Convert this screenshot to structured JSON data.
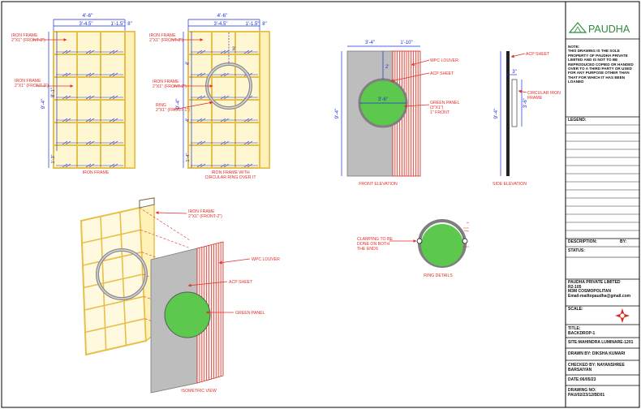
{
  "drawing": {
    "iron_frame_a": {
      "dims_top": "4'-6\"",
      "dims_mid_left": "3'-4.5\"",
      "dims_mid_right": "1'-1.5\"",
      "dims_8": "8\"",
      "height_total": "9'-4\"",
      "height_upper": "8'-1\"",
      "height_lower": "1'-3\"",
      "callout_top": "IRON FRAME\n2\"X1\" (FRONT-2\")",
      "callout_mid": "IRON FRAME\n2\"X1\" (FRONT-2\")",
      "caption": "IRON FRAME"
    },
    "iron_frame_b": {
      "dims_top": "4'-6\"",
      "dims_mid_left": "3'-4.5\"",
      "dims_mid_right": "1'-1.5\"",
      "dims_8": "8\"",
      "h_parts": [
        "4'",
        "4'",
        "1'-4\""
      ],
      "height_total": "9'-4\"",
      "dim_3ft": "3'",
      "callout_top": "IRON FRAME\n2\"X1\" (FRONT-2\")",
      "callout_mid": "IRON FRAME\n2\"X1\" (FRONT-2\")",
      "callout_ring": "RING\n2\"X1\" (FRONT-1\")",
      "caption": "IRON FRAME WITH\nCIRCULAR RING OVER IT"
    },
    "front_elevation": {
      "dim_left": "3'-4\"",
      "dim_right": "1'-10\"",
      "dim_circle_top": "2'",
      "dim_circle": "3'-6\"",
      "height": "9'-4\"",
      "callout_louver": "WPC LOUVER",
      "callout_acp": "ACP SHEET",
      "callout_green": "GREEN PANEL\n(3\"X1\")\n1\" FRONT",
      "caption": "FRONT ELEVATION"
    },
    "side_elevation": {
      "callout_acp": "ACP SHEET",
      "dim_3": "3\"",
      "dim_36": "3'-6\"",
      "height": "9'-4\"",
      "callout_ring": "CIRCULAR IRON\nFRAME",
      "caption": "SIDE ELEVATION"
    },
    "isometric": {
      "callout_frame": "IRON FRAME\n2\"X1\" (FRONT-2\")",
      "callout_louver": "WPC LOUVER",
      "callout_acp": "ACP SHEET",
      "callout_green": "GREEN PANEL",
      "caption": "ISOMETRIC VIEW"
    },
    "ring_details": {
      "callout_clamp": "CLAMPING TO BE\nDONE ON BOTH\nTHE ENDS",
      "caption": "RING DETAILS"
    }
  },
  "title_block": {
    "logo_text": "PAUDHA",
    "note": "NOTE:\nTHIS DRAWING IS THE SOLE PROPERTY OF PAUDHA PRIVATE LIMITED AND IS NOT TO BE REPRODUCED COPIED OR HANDED OVER TO A THIRD PARTY OR USED FOR ANY PURPOSE OTHER THAN THAT FOR WHICH IT HAS BEEN LOANED",
    "legend_label": "LEGEND:",
    "description_label": "DESCRIPTION:",
    "by_label": "BY:",
    "status_label": "STATUS:",
    "company": "PAUDHA PRIVATE LIMITED\nR2-105\nM3M COSMOPOLITAN\nEmail-mailtopaudha@gmail.com",
    "scale_label": "SCALE:",
    "title": "TITLE:\nBACKDROP-1",
    "site": "SITE:MAHINDRA LUMINARE-1201",
    "drawn_by": "DRAWN BY: DIKSHA KUMARI",
    "checked_by": "CHECKED BY: NAYANSHREE\nBARSAIYAN",
    "date": "DATE:06/05/23",
    "drawing_no": "DRAWING NO:\nPAU/02/23/12/BD01"
  },
  "colors": {
    "frame": "#E7C04A",
    "frame_fill": "#FFF7D1",
    "dim": "#1E2ED8",
    "callout": "#E0302A",
    "green": "#5CC94E",
    "acp": "#BDBDBD",
    "louver": "#E0302A"
  }
}
